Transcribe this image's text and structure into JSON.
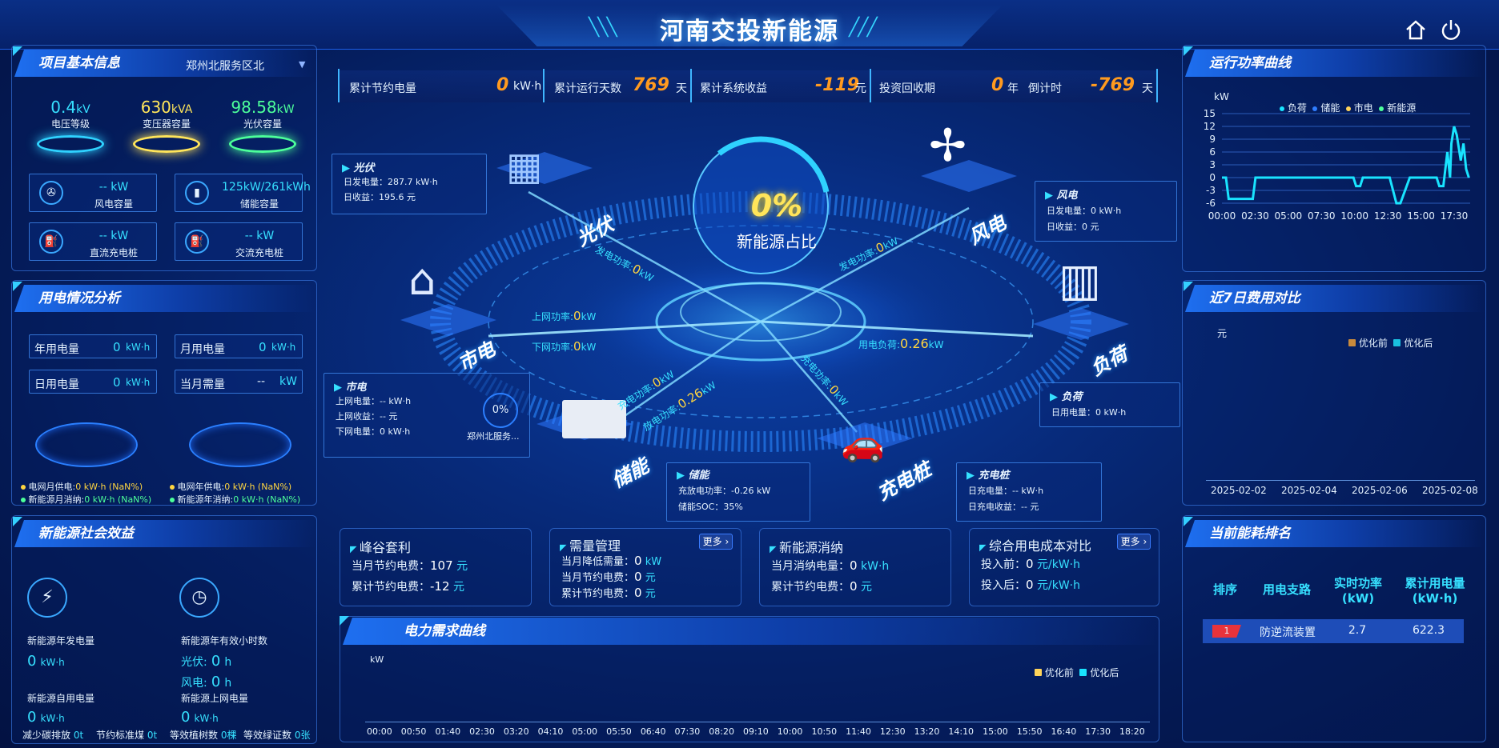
{
  "header": {
    "title": "河南交投新能源"
  },
  "project_info": {
    "title": "项目基本信息",
    "site_select": "郑州北服务区北",
    "voltage": {
      "value": "0.4",
      "unit": "kV",
      "label": "电压等级"
    },
    "transformer": {
      "value": "630",
      "unit": "kVA",
      "label": "变压器容量"
    },
    "pv": {
      "value": "98.58",
      "unit": "kW",
      "label": "光伏容量"
    },
    "cards": [
      {
        "value": "-- kW",
        "label": "风电容量",
        "icon": "wind-icon"
      },
      {
        "value": "125kW/261kWh",
        "label": "储能容量",
        "icon": "battery-icon"
      },
      {
        "value": "-- kW",
        "label": "直流充电桩",
        "icon": "dc-charger-icon"
      },
      {
        "value": "-- kW",
        "label": "交流充电桩",
        "icon": "ac-charger-icon"
      }
    ]
  },
  "usage": {
    "title": "用电情况分析",
    "items": [
      {
        "label": "年用电量",
        "value": "0",
        "unit": "kW·h"
      },
      {
        "label": "月用电量",
        "value": "0",
        "unit": "kW·h"
      },
      {
        "label": "日用电量",
        "value": "0",
        "unit": "kW·h"
      },
      {
        "label": "当月需量",
        "value": "--",
        "unit": "kW"
      }
    ],
    "legend": [
      {
        "label": "电网月供电:",
        "value": "0 kW·h (NaN%)",
        "color": "#ffd640"
      },
      {
        "label": "电网年供电:",
        "value": "0 kW·h (NaN%)",
        "color": "#ffd640"
      },
      {
        "label": "新能源月消纳:",
        "value": "0 kW·h (NaN%)",
        "color": "#4cff9a"
      },
      {
        "label": "新能源年消纳:",
        "value": "0 kW·h (NaN%)",
        "color": "#4cff9a"
      }
    ]
  },
  "social": {
    "title": "新能源社会效益",
    "gen_label": "新能源年发电量",
    "gen_value": "0",
    "gen_unit": "kW·h",
    "hours_label": "新能源年有效小时数",
    "pv_hours_label": "光伏:",
    "pv_hours": "0",
    "wind_hours_label": "风电:",
    "wind_hours": "0",
    "hours_unit": "h",
    "self_use_label": "新能源自用电量",
    "self_use_value": "0",
    "self_use_unit": "kW·h",
    "grid_label": "新能源上网电量",
    "grid_value": "0",
    "grid_unit": "kW·h",
    "bottom": [
      {
        "label": "减少碳排放",
        "value": "0",
        "unit": "t"
      },
      {
        "label": "节约标准煤",
        "value": "0",
        "unit": "t"
      },
      {
        "label": "等效植树数",
        "value": "0",
        "unit": "棵"
      },
      {
        "label": "等效绿证数",
        "value": "0",
        "unit": "张"
      }
    ]
  },
  "top_stats": [
    {
      "label": "累计节约电量",
      "value": "0",
      "unit": "kW·h"
    },
    {
      "label": "累计运行天数",
      "value": "769",
      "unit": "天"
    },
    {
      "label": "累计系统收益",
      "value": "-119",
      "unit": "元"
    },
    {
      "label": "投资回收期",
      "value": "0",
      "unit": "年"
    },
    {
      "label": "倒计时",
      "value": "-769",
      "unit": "天"
    }
  ],
  "center": {
    "ratio": "0%",
    "ratio_label": "新能源占比",
    "labels": {
      "pv": "光伏",
      "wind": "风电",
      "grid": "市电",
      "load": "负荷",
      "storage": "储能",
      "charger": "充电桩"
    },
    "flows": {
      "pv_gen_label": "发电功率:",
      "pv_gen": "0",
      "pv_gen_unit": "kW",
      "wind_gen_label": "发电功率:",
      "wind_gen": "0",
      "wind_gen_unit": "kW",
      "grid_up_label": "上网功率:",
      "grid_up": "0",
      "grid_up_unit": "kW",
      "grid_down_label": "下网功率:",
      "grid_down": "0",
      "grid_down_unit": "kW",
      "load_label": "用电负荷:",
      "load": "0.26",
      "load_unit": "kW",
      "charge_label": "充电功率:",
      "charge": "0",
      "charge_unit": "kW",
      "discharge_label": "放电功率:",
      "discharge": "0.26",
      "discharge_unit": "kW",
      "chg_pile_label": "充电功率:",
      "chg_pile": "0",
      "chg_pile_unit": "kW"
    },
    "pv_box": {
      "title": "光伏",
      "line1": "日发电量：287.7 kW·h",
      "line2": "日收益：195.6 元"
    },
    "wind_box": {
      "title": "风电",
      "line1": "日发电量：0 kW·h",
      "line2": "日收益：0 元"
    },
    "grid_box": {
      "title": "市电",
      "line1": "上网电量：-- kW·h",
      "line2": "上网收益：-- 元",
      "line3": "下网电量：0 kW·h",
      "gauge": "0%",
      "site": "郑州北服务..."
    },
    "load_box": {
      "title": "负荷",
      "line1": "日用电量：0 kW·h"
    },
    "storage_box": {
      "title": "储能",
      "line1": "充放电功率：-0.26 kW",
      "line2": "储能SOC：35%"
    },
    "charger_box": {
      "title": "充电桩",
      "line1": "日充电量：-- kW·h",
      "line2": "日充电收益：-- 元"
    }
  },
  "mid_cards": [
    {
      "title": "峰谷套利",
      "rows": [
        {
          "label": "当月节约电费：",
          "value": "107",
          "unit": "元"
        },
        {
          "label": "累计节约电费：",
          "value": "-12",
          "unit": "元"
        }
      ]
    },
    {
      "title": "需量管理",
      "more": "更多",
      "rows": [
        {
          "label": "当月降低需量：",
          "value": "0",
          "unit": "kW"
        },
        {
          "label": "当月节约电费：",
          "value": "0",
          "unit": "元"
        },
        {
          "label": "累计节约电费：",
          "value": "0",
          "unit": "元"
        }
      ]
    },
    {
      "title": "新能源消纳",
      "rows": [
        {
          "label": "当月消纳电量：",
          "value": "0",
          "unit": "kW·h"
        },
        {
          "label": "累计节约电费：",
          "value": "0",
          "unit": "元"
        }
      ]
    },
    {
      "title": "综合用电成本对比",
      "more": "更多",
      "rows": [
        {
          "label": "投入前：",
          "value": "0",
          "unit": "元/kW·h"
        },
        {
          "label": "投入后：",
          "value": "0",
          "unit": "元/kW·h"
        }
      ]
    }
  ],
  "demand_chart": {
    "title": "电力需求曲线",
    "ylabel": "kW",
    "legend": [
      {
        "name": "优化前",
        "color": "#ffd45a"
      },
      {
        "name": "优化后",
        "color": "#19e4ff"
      }
    ],
    "x_ticks": [
      "00:00",
      "00:50",
      "01:40",
      "02:30",
      "03:20",
      "04:10",
      "05:00",
      "05:50",
      "06:40",
      "07:30",
      "08:20",
      "09:10",
      "10:00",
      "10:50",
      "11:40",
      "12:30",
      "13:20",
      "14:10",
      "15:00",
      "15:50",
      "16:40",
      "17:30",
      "18:20"
    ]
  },
  "power_chart": {
    "title": "运行功率曲线",
    "ylabel": "kW",
    "chart_data": {
      "type": "line",
      "ylim": [
        -6,
        15
      ],
      "yticks": [
        15,
        12,
        9,
        6,
        3,
        0,
        -3,
        -6
      ],
      "x_ticks": [
        "00:00",
        "02:30",
        "05:00",
        "07:30",
        "10:00",
        "12:30",
        "15:00",
        "17:30"
      ],
      "legend": [
        {
          "name": "负荷",
          "color": "#19e4ff"
        },
        {
          "name": "储能",
          "color": "#2f7dff"
        },
        {
          "name": "市电",
          "color": "#ffd45a"
        },
        {
          "name": "新能源",
          "color": "#4cff9a"
        }
      ],
      "series": [
        {
          "name": "负荷",
          "color": "#19e4ff",
          "x": [
            0,
            0.3,
            0.5,
            2.3,
            2.5,
            3.0,
            5.0,
            7.5,
            9.8,
            10.0,
            10.3,
            10.5,
            12.5,
            13.0,
            13.3,
            14.0,
            15.0,
            15.5,
            16.0,
            16.2,
            16.5,
            16.8,
            17.0,
            17.1,
            17.3,
            17.5,
            17.8,
            18.0,
            18.2,
            18.4
          ],
          "y": [
            0,
            0,
            -5,
            -5,
            0,
            0,
            0,
            0,
            0,
            -2,
            -2,
            0,
            0,
            -6,
            -6,
            0,
            0,
            0,
            0,
            -2,
            -2,
            6,
            0,
            8,
            12,
            10,
            4,
            8,
            2,
            0
          ]
        }
      ],
      "xmax": 18.5
    }
  },
  "cost_chart": {
    "title": "近7日费用对比",
    "ylabel": "元",
    "legend": [
      {
        "name": "优化前",
        "color": "#c98a3c"
      },
      {
        "name": "优化后",
        "color": "#19c0e0"
      }
    ],
    "x_ticks": [
      "2025-02-02",
      "2025-02-04",
      "2025-02-06",
      "2025-02-08"
    ]
  },
  "ranking": {
    "title": "当前能耗排名",
    "headers": [
      "排序",
      "用电支路",
      "实时功率\n(kW)",
      "累计用电量\n(kW·h)"
    ],
    "rows": [
      {
        "rank": "1",
        "name": "防逆流装置",
        "power": "2.7",
        "energy": "622.3"
      }
    ]
  }
}
